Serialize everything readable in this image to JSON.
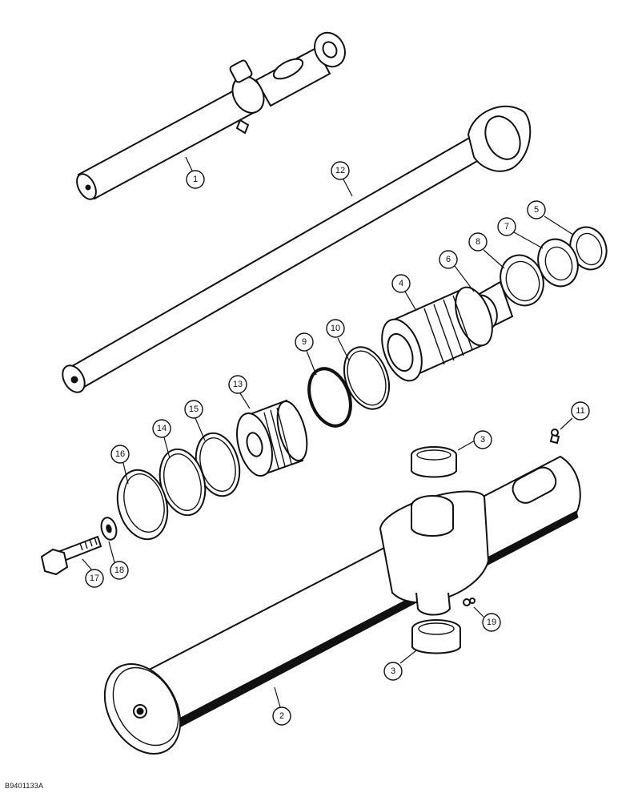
{
  "drawing_code": "B9401133A",
  "callouts": [
    {
      "id": "callout-1",
      "label": "1"
    },
    {
      "id": "callout-12",
      "label": "12"
    },
    {
      "id": "callout-5",
      "label": "5"
    },
    {
      "id": "callout-7",
      "label": "7"
    },
    {
      "id": "callout-8",
      "label": "8"
    },
    {
      "id": "callout-6",
      "label": "6"
    },
    {
      "id": "callout-4",
      "label": "4"
    },
    {
      "id": "callout-10",
      "label": "10"
    },
    {
      "id": "callout-9",
      "label": "9"
    },
    {
      "id": "callout-13",
      "label": "13"
    },
    {
      "id": "callout-15",
      "label": "15"
    },
    {
      "id": "callout-14",
      "label": "14"
    },
    {
      "id": "callout-16",
      "label": "16"
    },
    {
      "id": "callout-11",
      "label": "11"
    },
    {
      "id": "callout-3-top",
      "label": "3"
    },
    {
      "id": "callout-17",
      "label": "17"
    },
    {
      "id": "callout-18",
      "label": "18"
    },
    {
      "id": "callout-19",
      "label": "19"
    },
    {
      "id": "callout-3-bottom",
      "label": "3"
    },
    {
      "id": "callout-2",
      "label": "2"
    }
  ]
}
